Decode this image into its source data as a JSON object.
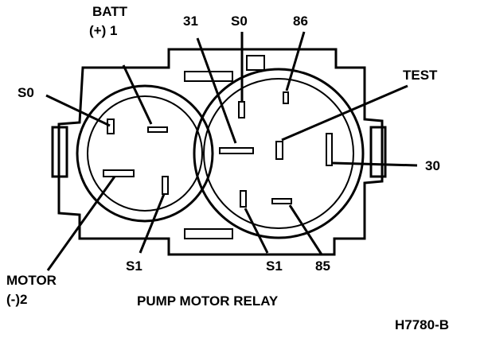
{
  "diagram": {
    "title": "PUMP MOTOR RELAY",
    "figure_id": "H7780-B",
    "labels": {
      "batt_line1": "BATT",
      "batt_line2": "(+) 1",
      "t31": "31",
      "s0_top": "S0",
      "t86": "86",
      "test": "TEST",
      "s0_left": "S0",
      "t30": "30",
      "motor_line1": "MOTOR",
      "motor_line2": "(-)2",
      "s1_left": "S1",
      "s1_mid": "S1",
      "t85": "85"
    }
  }
}
